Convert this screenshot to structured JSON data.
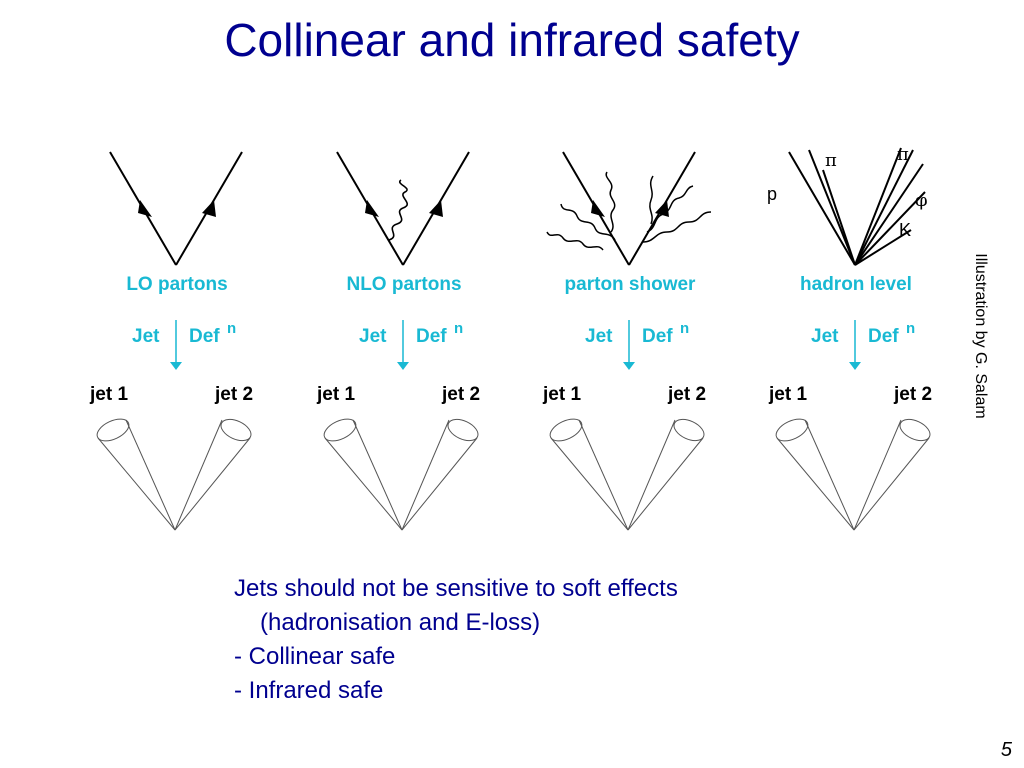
{
  "title": "Collinear and infrared safety",
  "panels": [
    {
      "stage": "LO partons",
      "jet_label": "Jet",
      "def_label": "Def",
      "def_sup": "n",
      "jet1": "jet 1",
      "jet2": "jet 2"
    },
    {
      "stage": "NLO partons",
      "jet_label": "Jet",
      "def_label": "Def",
      "def_sup": "n",
      "jet1": "jet 1",
      "jet2": "jet 2"
    },
    {
      "stage": "parton shower",
      "jet_label": "Jet",
      "def_label": "Def",
      "def_sup": "n",
      "jet1": "jet 1",
      "jet2": "jet 2"
    },
    {
      "stage": "hadron level",
      "jet_label": "Jet",
      "def_label": "Def",
      "def_sup": "n",
      "jet1": "jet 1",
      "jet2": "jet 2"
    }
  ],
  "hadron_labels": {
    "pi_left": "π",
    "pi_right": "π",
    "p": "p",
    "phi": "φ",
    "k": "K"
  },
  "side_credit": "Illustration by G. Salam",
  "bullets": {
    "line1": "Jets should not be sensitive to soft effects",
    "line2": "(hadronisation and E-loss)",
    "line3": "-  Collinear safe",
    "line4": "-  Infrared safe"
  },
  "page_number": "5",
  "colors": {
    "title": "#00008f",
    "stage_label": "#19b9d3",
    "lines": "#000000"
  }
}
